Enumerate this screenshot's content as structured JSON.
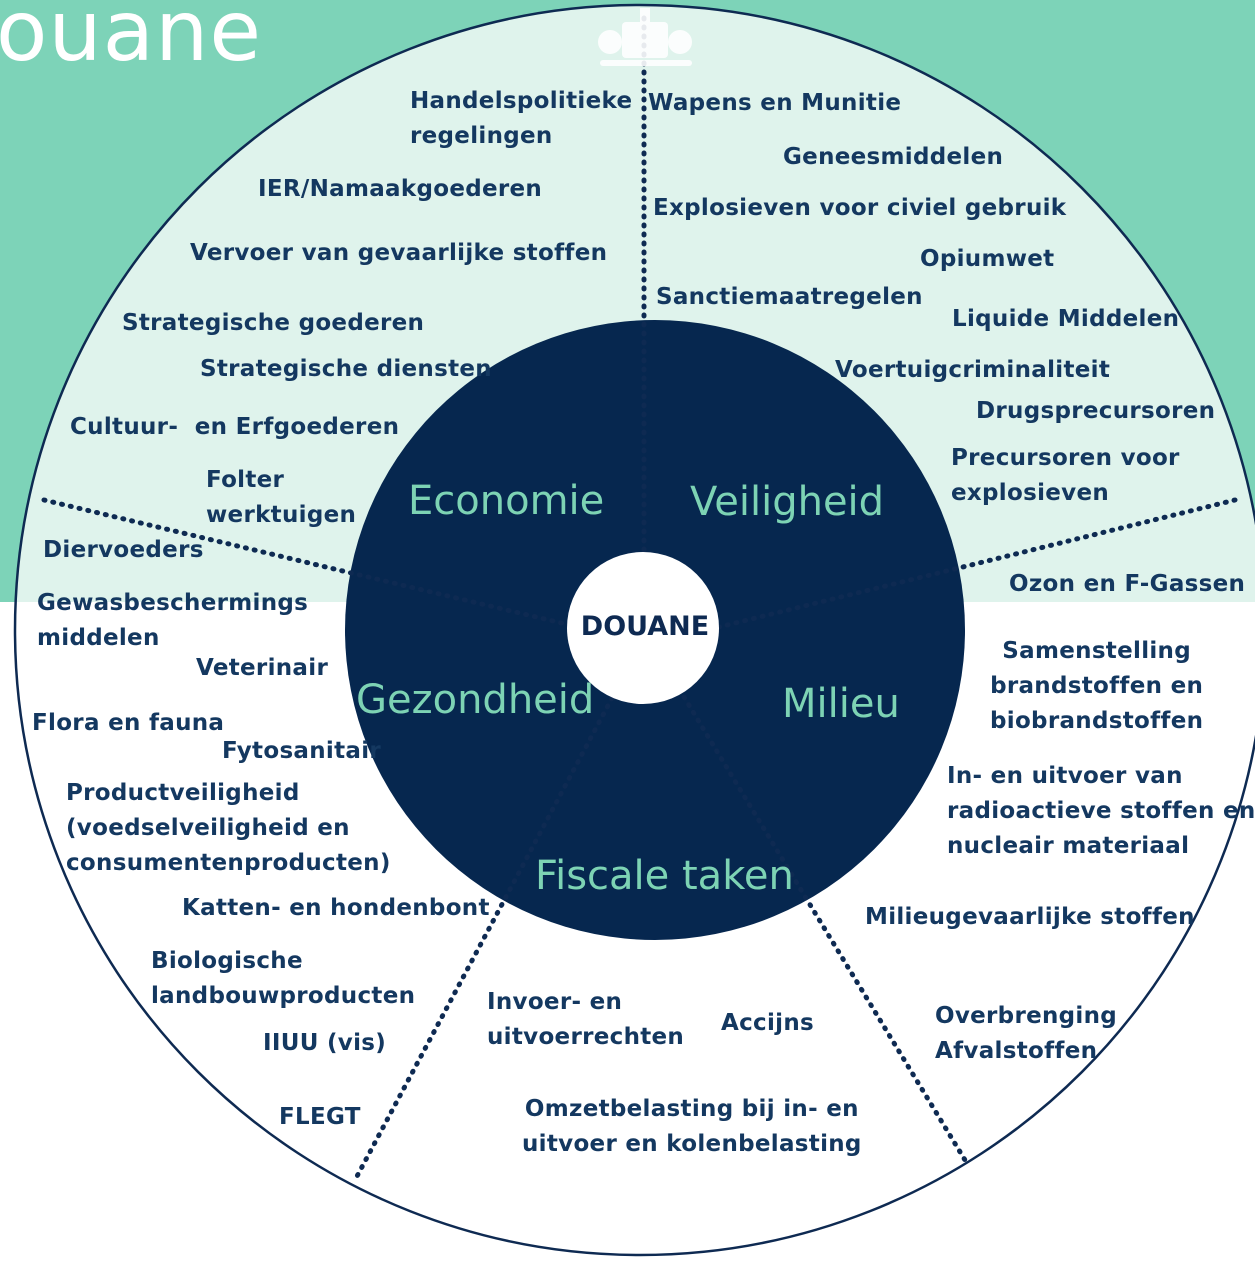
{
  "title": "ouane",
  "center": "DOUANE",
  "sectors": [
    {
      "name": "Economie"
    },
    {
      "name": "Veiligheid"
    },
    {
      "name": "Gezondheid"
    },
    {
      "name": "Milieu"
    },
    {
      "name": "Fiscale taken"
    }
  ],
  "labels": {
    "economie": [
      "Handelspolitieke\nregelingen",
      "IER/Namaakgoederen",
      "Vervoer van gevaarlijke stoffen",
      "Strategische goederen",
      "Strategische diensten",
      "Cultuur-  en Erfgoederen",
      "Folter\nwerktuigen"
    ],
    "veiligheid": [
      "Wapens en Munitie",
      "Geneesmiddelen",
      "Explosieven voor civiel gebruik",
      "Opiumwet",
      "Sanctiemaatregelen",
      "Liquide Middelen",
      "Voertuigcriminaliteit",
      "Drugsprecursoren",
      "Precursoren voor\nexplosieven"
    ],
    "gezondheid": [
      "Diervoeders",
      "Gewasbeschermings\nmiddelen",
      "Veterinair",
      "Flora en fauna",
      "Fytosanitair",
      "Productveiligheid\n(voedselveiligheid en\nconsumentenproducten)",
      "Katten- en hondenbont",
      "Biologische\nlandbouwproducten",
      "IIUU (vis)",
      "FLEGT"
    ],
    "milieu": [
      "Ozon en F-Gassen",
      "Samenstelling\nbrandstoffen en\nbiobrandstoffen",
      "In- en uitvoer van\nradioactieve stoffen en\nnucleair materiaal",
      "Milieugevaarlijke stoffen",
      "Overbrenging\nAfvalstoffen"
    ],
    "fiscaal": [
      "Invoer- en\nuitvoerrechten",
      "Accijns",
      "Omzetbelasting bij in- en\nuitvoer en kolenbelasting"
    ]
  },
  "colors": {
    "header": "#7dd3b8",
    "upper_ring": "#dff3ec",
    "navy": "#06274f",
    "sector_text": "#7dd3b4",
    "label_text": "#143860"
  }
}
